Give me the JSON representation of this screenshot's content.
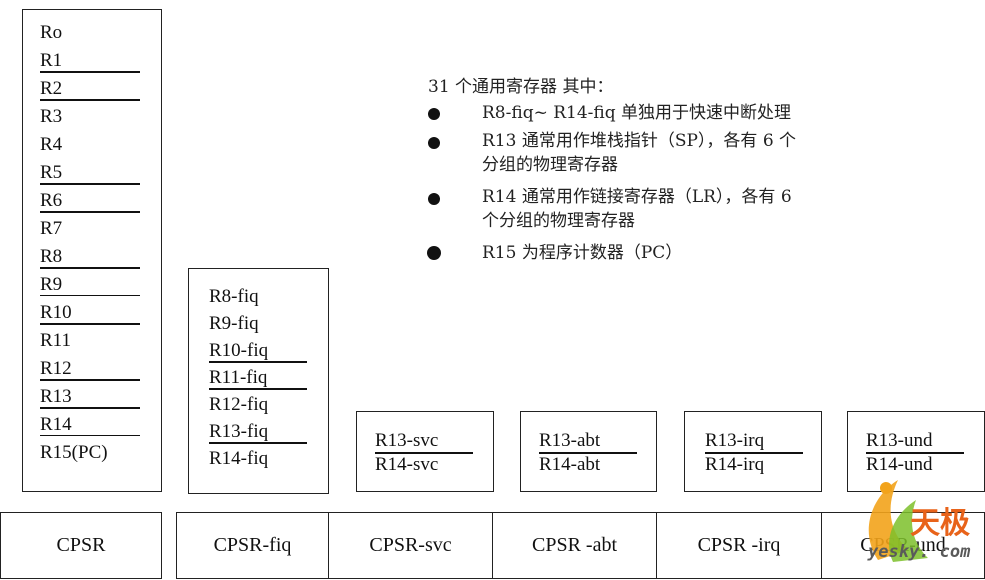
{
  "user_regs": [
    "Ro",
    "R1",
    "R2",
    "R3",
    "R4",
    "R5",
    "R6",
    "R7",
    "R8",
    "R9",
    "R10",
    "R11",
    "R12",
    "R13",
    "R14",
    "R15(PC)"
  ],
  "fiq_regs": [
    "R8-fiq",
    "R9-fiq",
    "R10-fiq",
    "R11-fiq",
    "R12-fiq",
    "R13-fiq",
    "R14-fiq"
  ],
  "banked": {
    "svc": [
      "R13-svc",
      "R14-svc"
    ],
    "abt": [
      "R13-abt",
      "R14-abt"
    ],
    "irq": [
      "R13-irq",
      "R14-irq"
    ],
    "und": [
      "R13-und",
      "R14-und"
    ]
  },
  "cpsr": [
    "CPSR",
    "CPSR-fiq",
    "CPSR-svc",
    "CPSR -abt",
    "CPSR -irq",
    "CPSR-und"
  ],
  "notes": {
    "title": "31 个通用寄存器 其中：",
    "b1": "R8-fiq~ R14-fiq 单独用于快速中断处理",
    "b2_l1": "R13 通常用作堆栈指针（SP），各有 6 个",
    "b2_l2": "分组的物理寄存器",
    "b3_l1": "R14 通常用作链接寄存器（LR），各有 6",
    "b3_l2": "个分组的物理寄存器",
    "b4": "R15 为程序计数器（PC）"
  },
  "watermark": {
    "cn": "天极",
    "en": "yesky. com"
  }
}
